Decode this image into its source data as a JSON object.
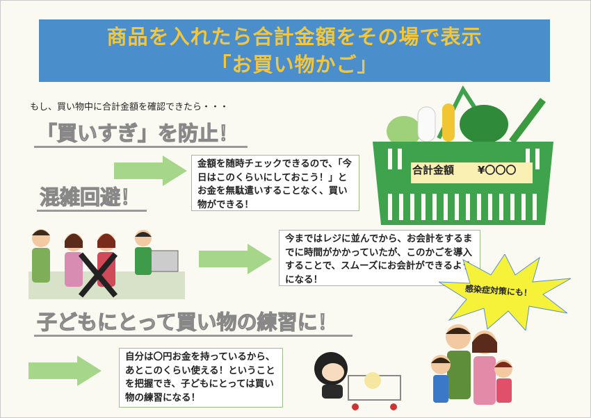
{
  "banner": {
    "line1": "商品を入れたら合計金額をその場で表示",
    "line2": "「お買い物かご」"
  },
  "intro": "もし、買い物中に合計金額を確認できたら・・・",
  "sections": [
    {
      "heading": "「買いすぎ」を防止！",
      "text": "金額を随時チェックできるので、「今日はこのくらいにしておこう！」とお金を無駄遣いすることなく、買い物ができる！"
    },
    {
      "heading": "混雑回避！",
      "text": "今まではレジに並んでから、お会計をするまでに時間がかかっていたが、このかごを導入することで、スムーズにお会計ができるようになる！"
    },
    {
      "heading": "子どもにとって買い物の練習に！",
      "text": "自分は〇円お金を持っているから、あとこのくらい使える！ということを把握でき、子どもにとっては買い物の練習になる！"
    }
  ],
  "starburst": "感染症対策にも！",
  "basket": {
    "label": "合計金額",
    "amount": "¥〇〇〇"
  },
  "colors": {
    "banner": "#4a8fcb",
    "banner_text": "#f3c63c",
    "arrow": "#a6d68a",
    "basket": "#3fa34d",
    "star": "#f6f23a"
  }
}
